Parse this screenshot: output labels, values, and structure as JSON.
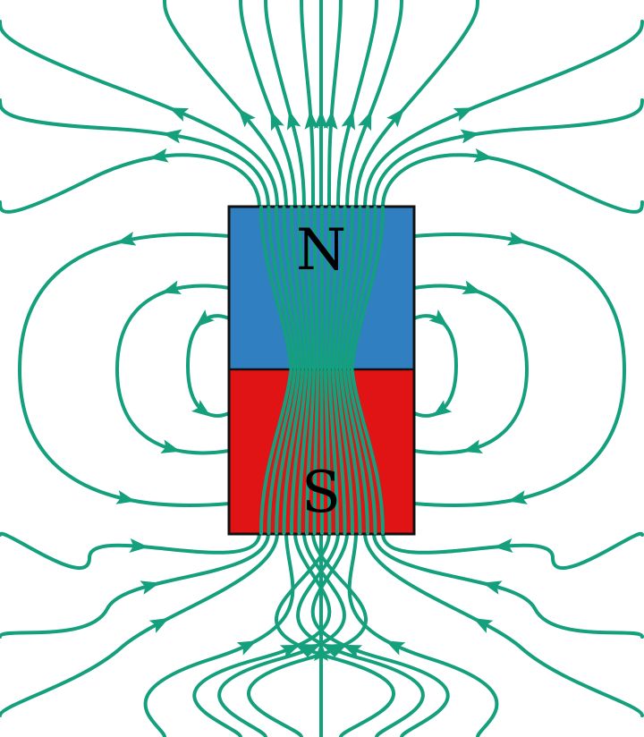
{
  "magnet": {
    "north_label": "N",
    "south_label": "S",
    "north_color": "#2f7fc1",
    "south_color": "#e01414",
    "outline_color": "#111111"
  },
  "field": {
    "line_color": "#14a07c",
    "direction": "north-to-south"
  }
}
